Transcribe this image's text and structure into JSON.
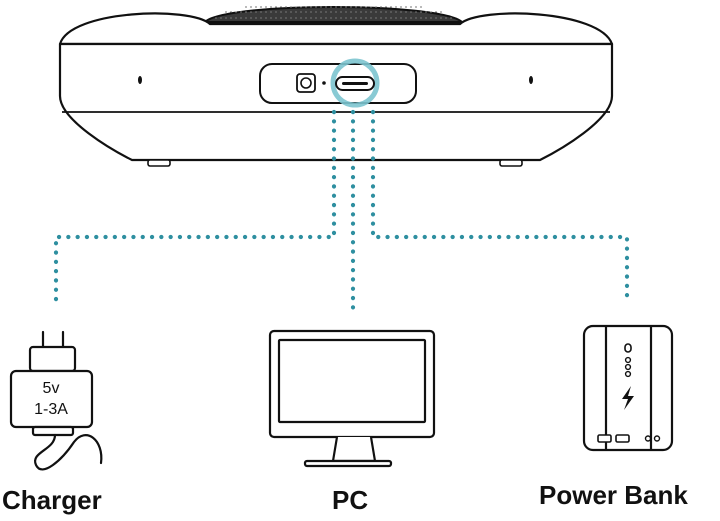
{
  "devices": {
    "charger": {
      "label": "Charger",
      "adapter_voltage": "5v",
      "adapter_current": "1-3A"
    },
    "pc": {
      "label": "PC"
    },
    "power_bank": {
      "label": "Power Bank"
    }
  },
  "colors": {
    "line": "#111111",
    "connection_dots": "#2e8fa0",
    "port_highlight": "#7cc4cf",
    "speaker_fill": "#ffffff",
    "grille": "#333333"
  },
  "icons": {
    "speakerphone": "speakerphone-icon",
    "usb_c_port": "usb-c-port-icon",
    "audio_jack": "audio-jack-icon",
    "charger": "wall-charger-icon",
    "pc": "monitor-icon",
    "power_bank": "power-bank-icon",
    "bolt": "lightning-bolt-icon"
  }
}
